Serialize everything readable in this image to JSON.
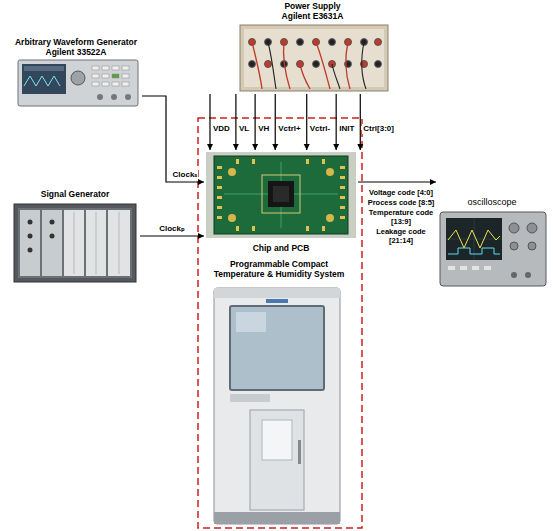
{
  "diagram": {
    "nodes": [
      {
        "text": [
          "Power Supply Agilent E3631A"
        ]
      },
      {
        "text": [
          "Arbitrary Waveform Generator Agilent 33522A"
        ]
      },
      {
        "text": [
          "Signal Generator"
        ]
      },
      {
        "text": [
          "Chip and PCB"
        ]
      },
      {
        "text": [
          "Programmable Compact Temperature & Humidity System"
        ]
      },
      {
        "text": [
          "oscilloscope"
        ]
      }
    ],
    "edges": [
      {
        "from": 0,
        "to": 3,
        "label": "VDD",
        "arrow": "to"
      },
      {
        "from": 0,
        "to": 3,
        "label": "VL",
        "arrow": "to"
      },
      {
        "from": 0,
        "to": 3,
        "label": "VH",
        "arrow": "to"
      },
      {
        "from": 0,
        "to": 3,
        "label": "Vctrl+",
        "arrow": "to"
      },
      {
        "from": 0,
        "to": 3,
        "label": "Vctrl-",
        "arrow": "to"
      },
      {
        "from": 0,
        "to": 3,
        "label": "INIT",
        "arrow": "to"
      },
      {
        "from": 0,
        "to": 3,
        "label": "Ctrl[3:0]",
        "arrow": "to"
      },
      {
        "from": 1,
        "to": 3,
        "label": "Clockₛ",
        "arrow": "to"
      },
      {
        "from": 2,
        "to": 3,
        "label": "Clockₚ",
        "arrow": "to"
      },
      {
        "from": 3,
        "to": 5,
        "arrow": "to"
      }
    ],
    "labels": [
      "Voltage code [4:0]",
      "Process code [8:5]",
      "Temperature code [13:9]",
      "Leakage code [21:14]"
    ]
  }
}
